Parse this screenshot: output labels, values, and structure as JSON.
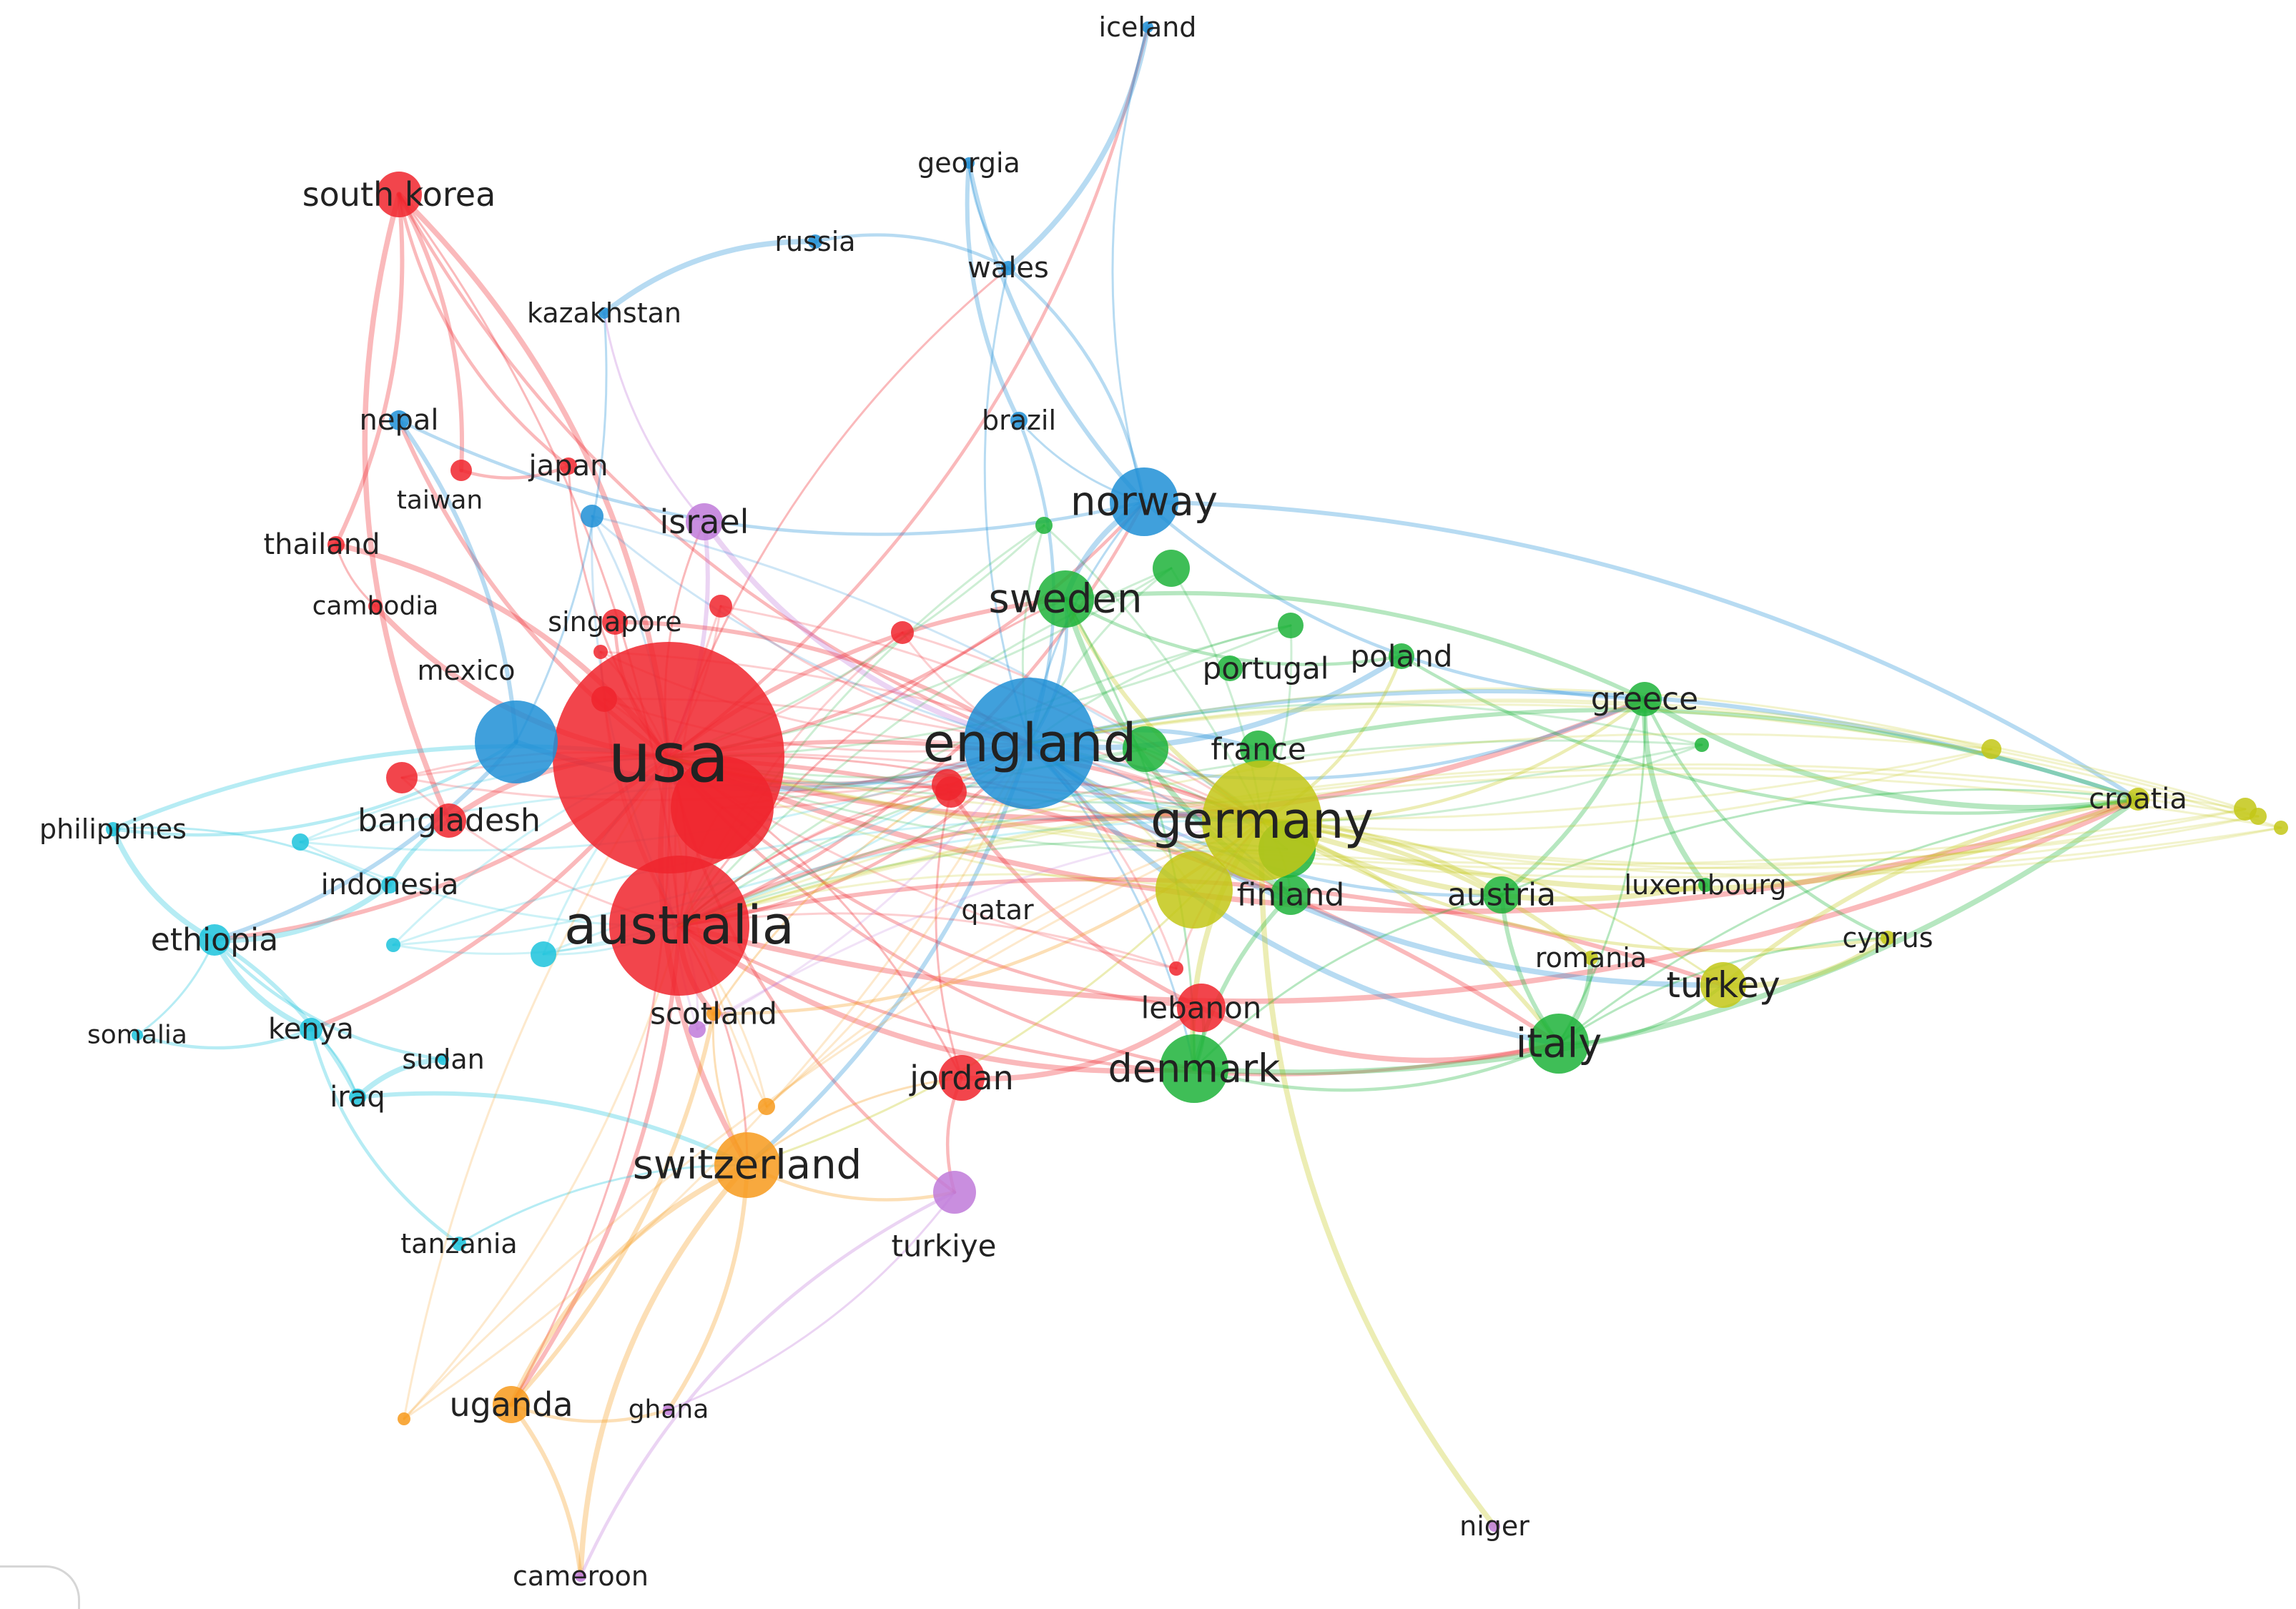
{
  "clusters": {
    "red": "#f0252d",
    "blue": "#1f8fd6",
    "green": "#1db33a",
    "yellow": "#c3c716",
    "cyan": "#1cc3dc",
    "orange": "#f79a1c",
    "purple": "#c07ad9"
  },
  "nodes": [
    {
      "id": "usa",
      "label": "usa",
      "cluster": "red"
    },
    {
      "id": "australia",
      "label": "australia",
      "cluster": "red"
    },
    {
      "id": "south-korea",
      "label": "south korea",
      "cluster": "red"
    },
    {
      "id": "japan",
      "label": "japan",
      "cluster": "red"
    },
    {
      "id": "taiwan",
      "label": "taiwan",
      "cluster": "red"
    },
    {
      "id": "thailand",
      "label": "thailand",
      "cluster": "red"
    },
    {
      "id": "cambodia",
      "label": "cambodia",
      "cluster": "red"
    },
    {
      "id": "singapore",
      "label": "singapore",
      "cluster": "red"
    },
    {
      "id": "bangladesh",
      "label": "bangladesh",
      "cluster": "red"
    },
    {
      "id": "qatar",
      "label": "qatar",
      "cluster": "red"
    },
    {
      "id": "lebanon",
      "label": "lebanon",
      "cluster": "red"
    },
    {
      "id": "jordan",
      "label": "jordan",
      "cluster": "red"
    },
    {
      "id": "england",
      "label": "england",
      "cluster": "blue"
    },
    {
      "id": "norway",
      "label": "norway",
      "cluster": "blue"
    },
    {
      "id": "mexico",
      "label": "mexico",
      "cluster": "blue"
    },
    {
      "id": "nepal",
      "label": "nepal",
      "cluster": "blue"
    },
    {
      "id": "brazil",
      "label": "brazil",
      "cluster": "blue"
    },
    {
      "id": "wales",
      "label": "wales",
      "cluster": "blue"
    },
    {
      "id": "russia",
      "label": "russia",
      "cluster": "blue"
    },
    {
      "id": "kazakhstan",
      "label": "kazakhstan",
      "cluster": "blue"
    },
    {
      "id": "georgia",
      "label": "georgia",
      "cluster": "blue"
    },
    {
      "id": "iceland",
      "label": "iceland",
      "cluster": "blue"
    },
    {
      "id": "sweden",
      "label": "sweden",
      "cluster": "green"
    },
    {
      "id": "portugal",
      "label": "portugal",
      "cluster": "green"
    },
    {
      "id": "poland",
      "label": "poland",
      "cluster": "green"
    },
    {
      "id": "france",
      "label": "france",
      "cluster": "green"
    },
    {
      "id": "finland",
      "label": "finland",
      "cluster": "green"
    },
    {
      "id": "greece",
      "label": "greece",
      "cluster": "green"
    },
    {
      "id": "austria",
      "label": "austria",
      "cluster": "green"
    },
    {
      "id": "denmark",
      "label": "denmark",
      "cluster": "green"
    },
    {
      "id": "italy",
      "label": "italy",
      "cluster": "green"
    },
    {
      "id": "luxembourg",
      "label": "luxembourg",
      "cluster": "green"
    },
    {
      "id": "germany",
      "label": "germany",
      "cluster": "yellow"
    },
    {
      "id": "turkey",
      "label": "turkey",
      "cluster": "yellow"
    },
    {
      "id": "croatia",
      "label": "croatia",
      "cluster": "yellow"
    },
    {
      "id": "cyprus",
      "label": "cyprus",
      "cluster": "yellow"
    },
    {
      "id": "romania",
      "label": "romania",
      "cluster": "yellow"
    },
    {
      "id": "philippines",
      "label": "philippines",
      "cluster": "cyan"
    },
    {
      "id": "indonesia",
      "label": "indonesia",
      "cluster": "cyan"
    },
    {
      "id": "ethiopia",
      "label": "ethiopia",
      "cluster": "cyan"
    },
    {
      "id": "kenya",
      "label": "kenya",
      "cluster": "cyan"
    },
    {
      "id": "somalia",
      "label": "somalia",
      "cluster": "cyan"
    },
    {
      "id": "sudan",
      "label": "sudan",
      "cluster": "cyan"
    },
    {
      "id": "iraq",
      "label": "iraq",
      "cluster": "cyan"
    },
    {
      "id": "tanzania",
      "label": "tanzania",
      "cluster": "cyan"
    },
    {
      "id": "switzerland",
      "label": "switzerland",
      "cluster": "orange"
    },
    {
      "id": "uganda",
      "label": "uganda",
      "cluster": "orange"
    },
    {
      "id": "scotland",
      "label": "scotland",
      "cluster": "orange"
    },
    {
      "id": "israel",
      "label": "israel",
      "cluster": "purple"
    },
    {
      "id": "turkiye",
      "label": "turkiye",
      "cluster": "purple"
    },
    {
      "id": "ghana",
      "label": "ghana",
      "cluster": "purple"
    },
    {
      "id": "cameroon",
      "label": "cameroon",
      "cluster": "purple"
    },
    {
      "id": "niger",
      "label": "niger",
      "cluster": "purple"
    }
  ]
}
